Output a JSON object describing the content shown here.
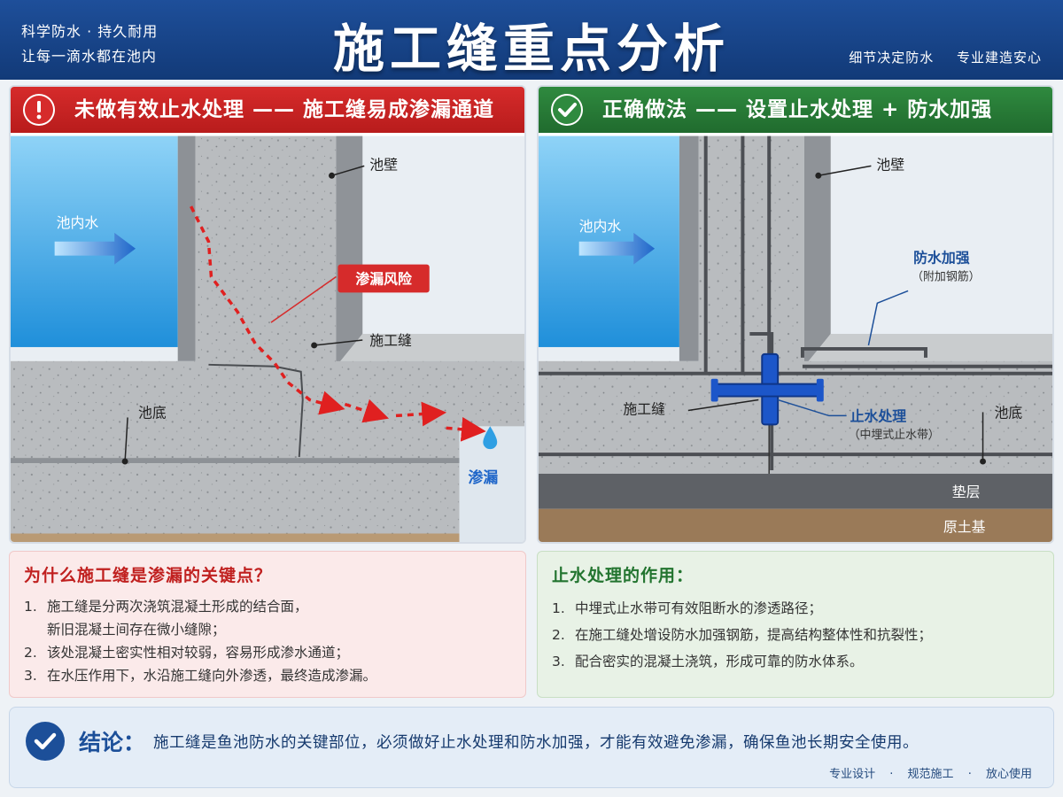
{
  "header": {
    "left_line1": "科学防水 · 持久耐用",
    "left_line2": "让每一滴水都在池内",
    "title": "施工缝重点分析",
    "right_a": "细节决定防水",
    "right_b": "专业建造安心"
  },
  "left_panel": {
    "bar_title": "未做有效止水处理 —— 施工缝易成渗漏通道",
    "label_wall": "池壁",
    "label_water": "池内水",
    "label_risk": "渗漏风险",
    "label_joint": "施工缝",
    "label_floor": "池底",
    "label_leak": "渗漏"
  },
  "right_panel": {
    "bar_title": "正确做法 —— 设置止水处理 + 防水加强",
    "label_wall": "池壁",
    "label_water": "池内水",
    "label_reinforce": "防水加强",
    "label_reinforce_sub": "（附加钢筋）",
    "label_joint": "施工缝",
    "label_stop": "止水处理",
    "label_stop_sub": "（中埋式止水带）",
    "label_floor": "池底",
    "label_cushion": "垫层",
    "label_soil": "原土基"
  },
  "why": {
    "title": "为什么施工缝是渗漏的关键点？",
    "items": [
      {
        "n": "1.",
        "text": "施工缝是分两次浇筑混凝土形成的结合面，",
        "text2": "新旧混凝土间存在微小缝隙；"
      },
      {
        "n": "2.",
        "text": "该处混凝土密实性相对较弱，容易形成渗水通道；"
      },
      {
        "n": "3.",
        "text": "在水压作用下，水沿施工缝向外渗透，最终造成渗漏。"
      }
    ]
  },
  "effect": {
    "title": "止水处理的作用：",
    "items": [
      {
        "n": "1.",
        "text": "中埋式止水带可有效阻断水的渗透路径；"
      },
      {
        "n": "2.",
        "text": "在施工缝处增设防水加强钢筋，提高结构整体性和抗裂性；"
      },
      {
        "n": "3.",
        "text": "配合密实的混凝土浇筑，形成可靠的防水体系。"
      }
    ]
  },
  "conclusion": {
    "label": "结论：",
    "text": "施工缝是鱼池防水的关键部位，必须做好止水处理和防水加强，才能有效避免渗漏，确保鱼池长期安全使用。",
    "tag1": "专业设计",
    "tag2": "规范施工",
    "tag3": "放心使用"
  },
  "colors": {
    "blue": "#1c4f99",
    "red": "#d62b2b",
    "green": "#2f8a3f",
    "water": "#2f9fe3"
  }
}
